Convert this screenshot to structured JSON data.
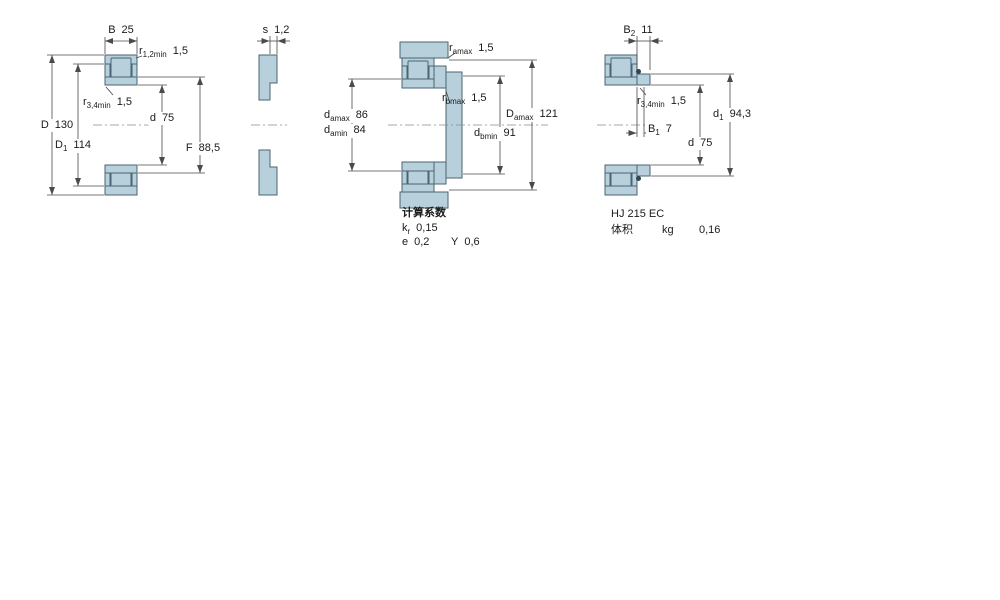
{
  "colors": {
    "part_fill": "#b8cfdc",
    "part_stroke": "#4a6472",
    "dim_line": "#4a4a4a",
    "centerline": "#8a8a8a",
    "text": "#1b1b1b"
  },
  "views": {
    "bearing_section": {
      "dim_B": {
        "sym": "B",
        "val": "25"
      },
      "dim_r12": {
        "sym": "r",
        "sub": "1,2min",
        "val": "1,5"
      },
      "dim_r34": {
        "sym": "r",
        "sub": "3,4min",
        "val": "1,5"
      },
      "dim_D": {
        "sym": "D",
        "val": "130"
      },
      "dim_D1": {
        "sym": "D",
        "sub": "1",
        "val": "114"
      },
      "dim_d": {
        "sym": "d",
        "val": "75"
      },
      "dim_F": {
        "sym": "F",
        "val": "88,5"
      }
    },
    "s_detail": {
      "dim_s": {
        "sym": "s",
        "val": "1,2"
      }
    },
    "mounting": {
      "dim_ra": {
        "sym": "r",
        "sub": "amax",
        "val": "1,5"
      },
      "dim_rb": {
        "sym": "r",
        "sub": "bmax",
        "val": "1,5"
      },
      "dim_damax": {
        "sym": "d",
        "sub": "amax",
        "val": "86"
      },
      "dim_damin": {
        "sym": "d",
        "sub": "amin",
        "val": "84"
      },
      "dim_Damax": {
        "sym": "D",
        "sub": "amax",
        "val": "121"
      },
      "dim_dbmin": {
        "sym": "d",
        "sub": "bmin",
        "val": "91"
      },
      "factors": {
        "heading": "计算系数",
        "kr": {
          "sym": "k",
          "sub": "r",
          "val": "0,15"
        },
        "e": {
          "sym": "e",
          "val": "0,2"
        },
        "Y": {
          "sym": "Y",
          "val": "0,6"
        }
      }
    },
    "angle_ring": {
      "dim_B2": {
        "sym": "B",
        "sub": "2",
        "val": "11"
      },
      "dim_r34": {
        "sym": "r",
        "sub": "3,4min",
        "val": "1,5"
      },
      "dim_d1": {
        "sym": "d",
        "sub": "1",
        "val": "94,3"
      },
      "dim_B1": {
        "sym": "B",
        "sub": "1",
        "val": "7"
      },
      "dim_d": {
        "sym": "d",
        "val": "75"
      },
      "designation": "HJ 215 EC",
      "mass": {
        "label": "体积",
        "unit": "kg",
        "val": "0,16"
      }
    }
  }
}
